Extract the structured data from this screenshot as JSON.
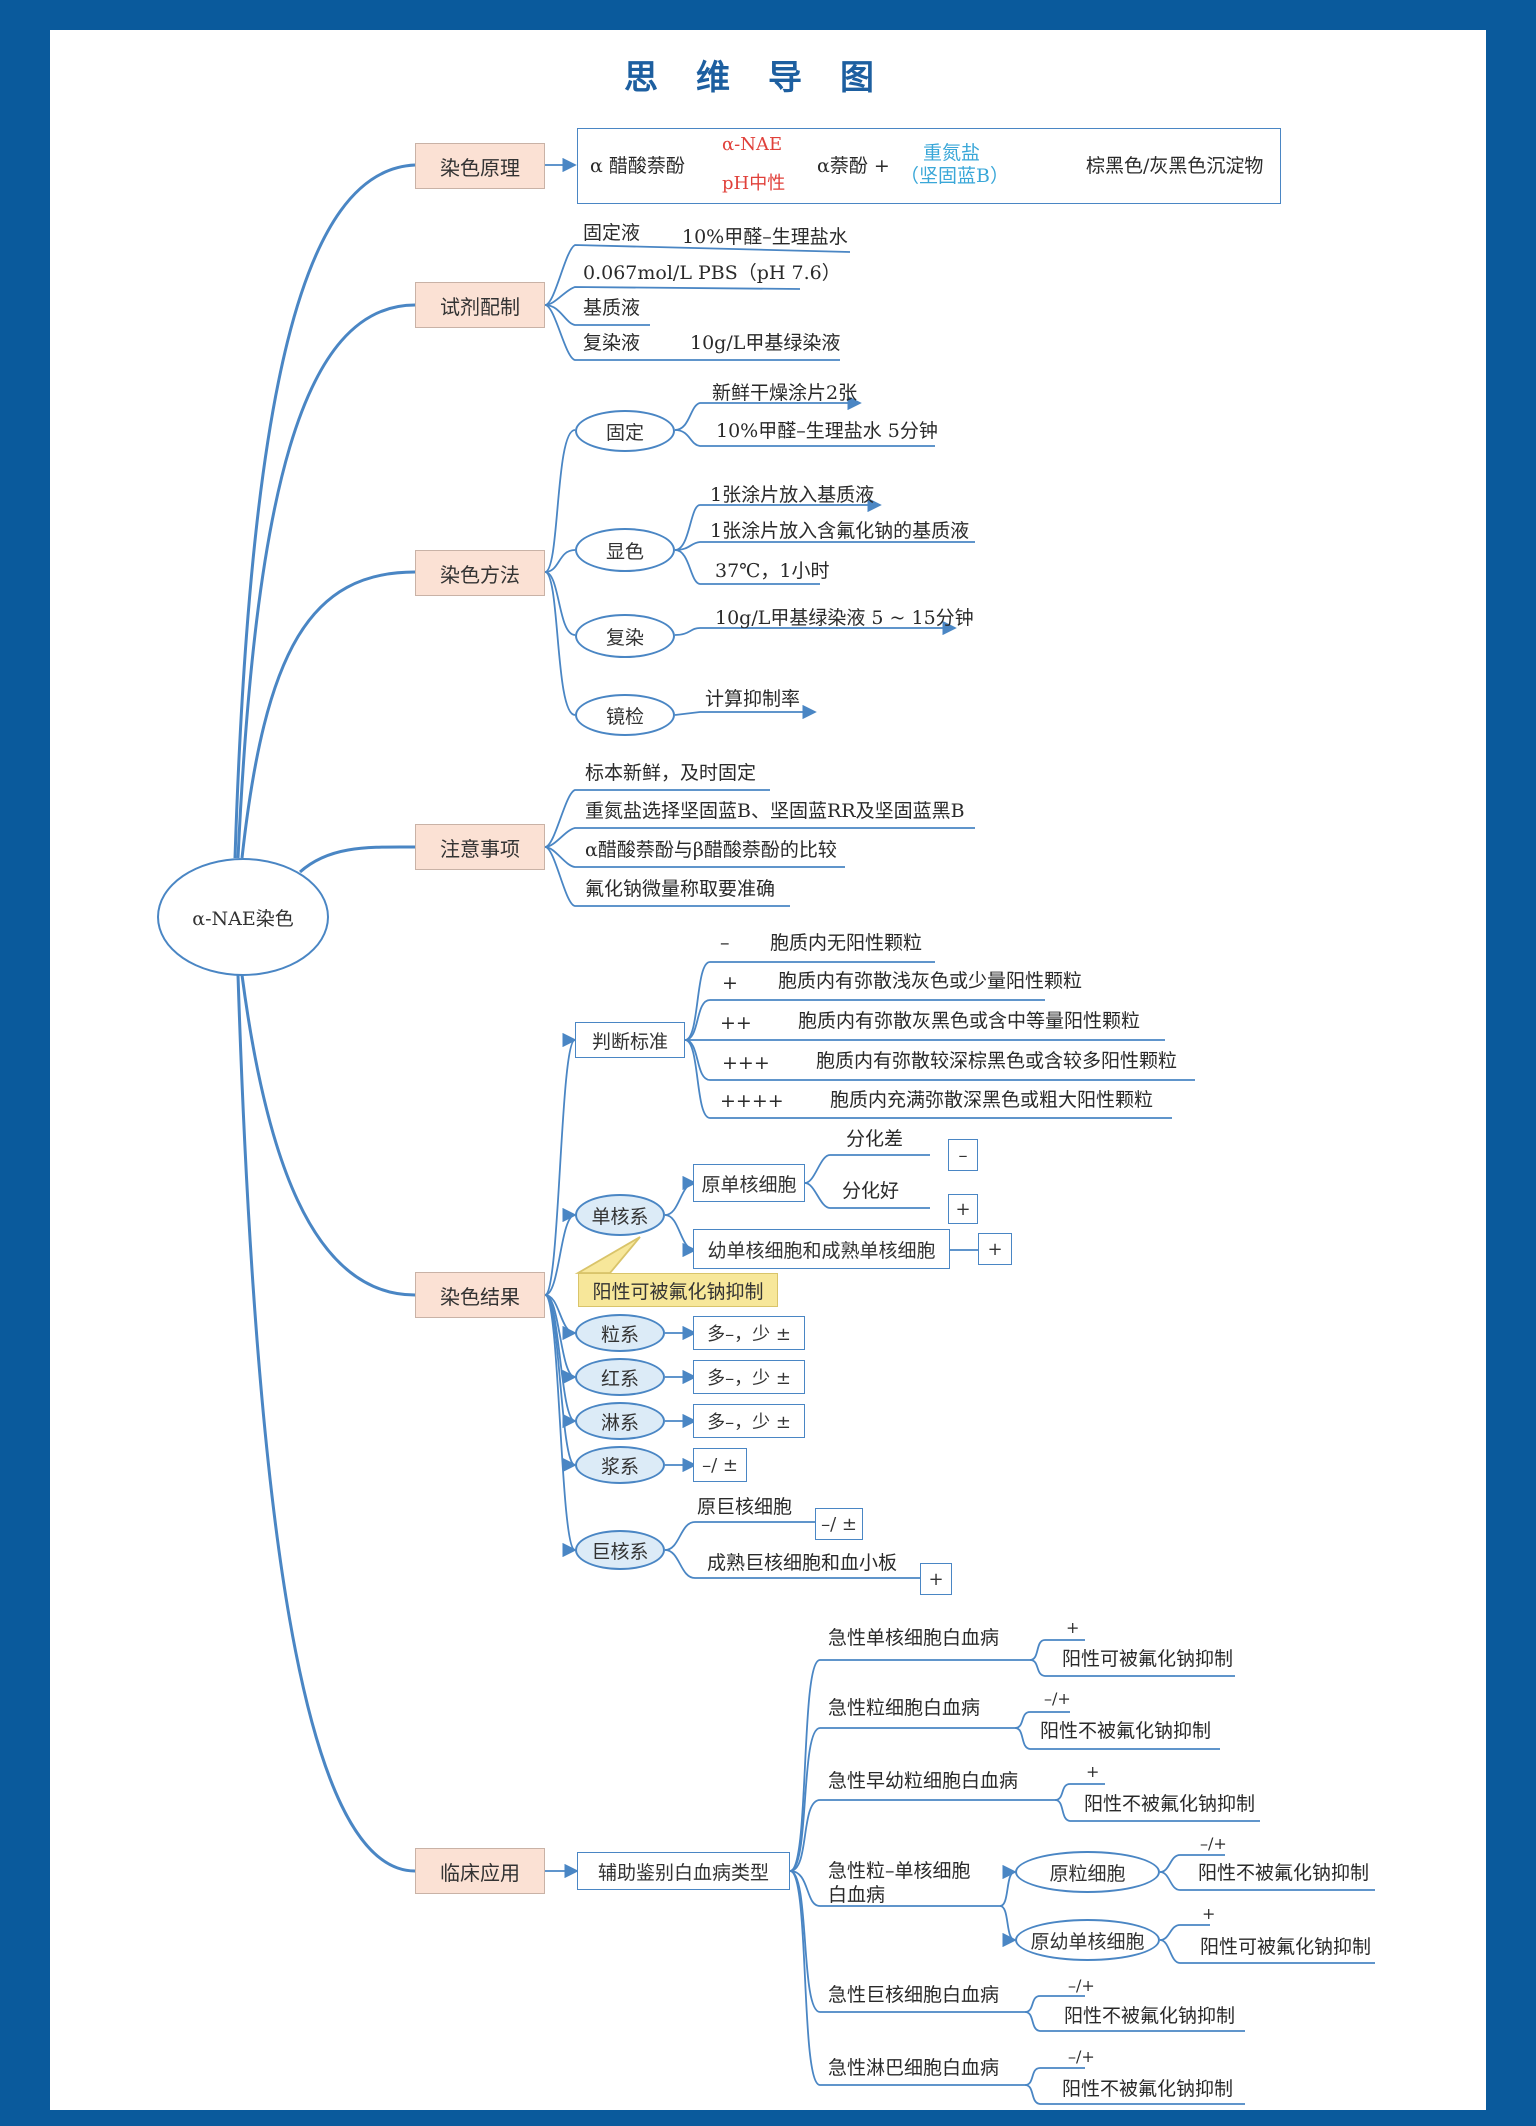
{
  "title": "思维导图",
  "root": "α-NAE染色",
  "branches": {
    "principle": "染色原理",
    "reagents": "试剂配制",
    "method": "染色方法",
    "notes": "注意事项",
    "results": "染色结果",
    "clinical": "临床应用"
  },
  "principle": {
    "substrate": "α 醋酸萘酚",
    "enzyme": "α-NAE",
    "condition": "pH中性",
    "product": "α萘酚 +",
    "salt_line1": "重氮盐",
    "salt_line2": "（坚固蓝B）",
    "final": "棕黑色/灰黑色沉淀物"
  },
  "reagents": {
    "fix_label": "固定液",
    "fix_value": "10%甲醛–生理盐水",
    "buffer": "0.067mol/L PBS（pH 7.6）",
    "substrate": "基质液",
    "counter_label": "复染液",
    "counter_value": "10g/L甲基绿染液"
  },
  "method": {
    "fix": "固定",
    "fix_items": [
      "新鲜干燥涂片2张",
      "10%甲醛–生理盐水 5分钟"
    ],
    "develop": "显色",
    "develop_items": [
      "1张涂片放入基质液",
      "1张涂片放入含氟化钠的基质液",
      "37℃，1小时"
    ],
    "counter": "复染",
    "counter_items": [
      "10g/L甲基绿染液 5 ~ 15分钟"
    ],
    "exam": "镜检",
    "exam_items": [
      "计算抑制率"
    ]
  },
  "notes": [
    "标本新鲜，及时固定",
    "重氮盐选择坚固蓝B、坚固蓝RR及坚固蓝黑B",
    "α醋酸萘酚与β醋酸萘酚的比较",
    "氟化钠微量称取要准确"
  ],
  "results": {
    "criteria_label": "判断标准",
    "criteria": [
      {
        "grade": "–",
        "text": "胞质内无阳性颗粒"
      },
      {
        "grade": "+",
        "text": "胞质内有弥散浅灰色或少量阳性颗粒"
      },
      {
        "grade": "++",
        "text": "胞质内有弥散灰黑色或含中等量阳性颗粒"
      },
      {
        "grade": "+++",
        "text": "胞质内有弥散较深棕黑色或含较多阳性颗粒"
      },
      {
        "grade": "++++",
        "text": "胞质内充满弥散深黑色或粗大阳性颗粒"
      }
    ],
    "mono": "单核系",
    "mono_primitive": "原单核细胞",
    "poor_diff": "分化差",
    "poor_diff_value": "–",
    "good_diff": "分化好",
    "good_diff_value": "+",
    "mono_mature": "幼单核细胞和成熟单核细胞",
    "mono_mature_value": "+",
    "mono_note": "阳性可被氟化钠抑制",
    "lines": [
      {
        "name": "粒系",
        "value": "多–，少 ±"
      },
      {
        "name": "红系",
        "value": "多–，少 ±"
      },
      {
        "name": "淋系",
        "value": "多–，少 ±"
      },
      {
        "name": "浆系",
        "value": "–/ ±"
      }
    ],
    "mega": "巨核系",
    "mega_primitive": "原巨核细胞",
    "mega_primitive_value": "–/ ±",
    "mega_mature": "成熟巨核细胞和血小板",
    "mega_mature_value": "+"
  },
  "clinical": {
    "aid": "辅助鉴别白血病类型",
    "diseases": [
      {
        "name": "急性单核细胞白血病",
        "grade": "+",
        "text": "阳性可被氟化钠抑制"
      },
      {
        "name": "急性粒细胞白血病",
        "grade": "–/+",
        "text": "阳性不被氟化钠抑制"
      },
      {
        "name": "急性早幼粒细胞白血病",
        "grade": "+",
        "text": "阳性不被氟化钠抑制"
      },
      {
        "name": "急性巨核细胞白血病",
        "grade": "–/+",
        "text": "阳性不被氟化钠抑制"
      },
      {
        "name": "急性淋巴细胞白血病",
        "grade": "–/+",
        "text": "阳性不被氟化钠抑制"
      }
    ],
    "aml_m4_line1": "急性粒–单核细胞",
    "aml_m4_line2": "白血病",
    "blast": "原粒细胞",
    "blast_grade": "–/+",
    "blast_text": "阳性不被氟化钠抑制",
    "promono": "原幼单核细胞",
    "promono_grade": "+",
    "promono_text": "阳性可被氟化钠抑制"
  }
}
